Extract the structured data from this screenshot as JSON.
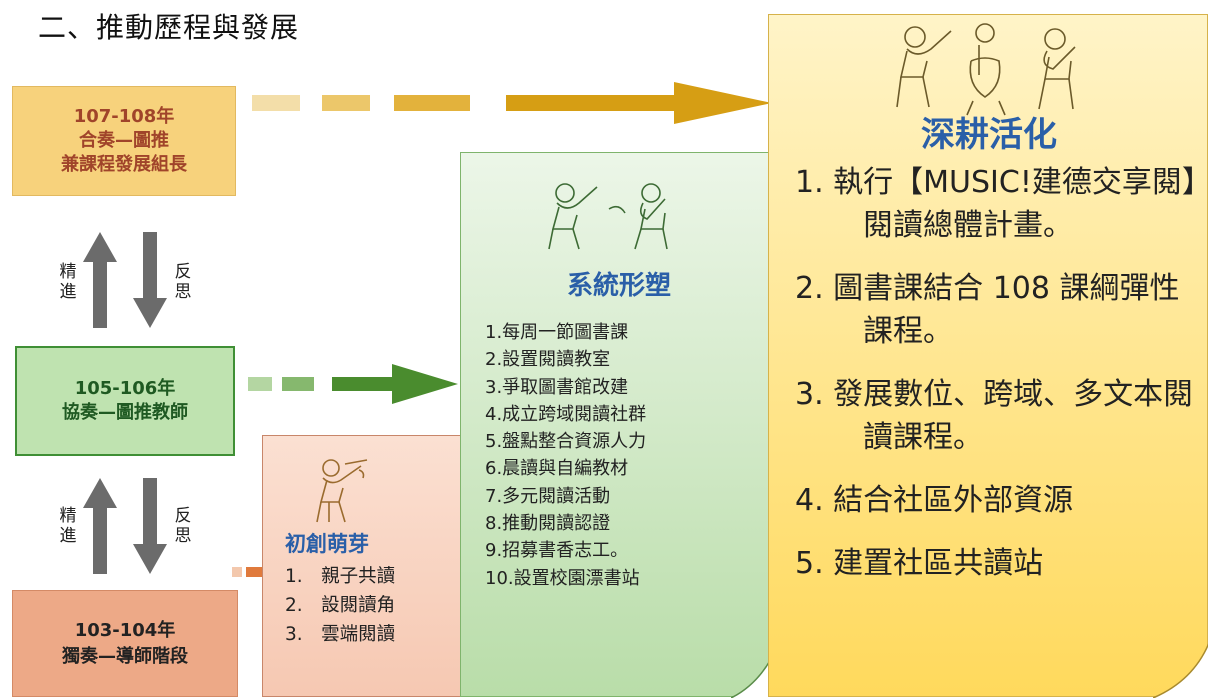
{
  "title": "二、推動歷程與發展",
  "stages": {
    "top": {
      "line1": "107-108年",
      "line2": "合奏—圖推",
      "line3": "兼課程發展組長"
    },
    "middle": {
      "line1": "105-106年",
      "line2": "協奏—圖推教師"
    },
    "bottom": {
      "line1": "103-104年",
      "line2": "獨奏—導師階段"
    }
  },
  "cycle_labels": {
    "refine": "精進",
    "reflect": "反思"
  },
  "phases": {
    "budding": {
      "title": "初創萌芽",
      "items": [
        "1.　親子共讀",
        "2.　設閱讀角",
        "3.　雲端閱讀"
      ]
    },
    "shaping": {
      "title": "系統形塑",
      "items": [
        "1.每周一節圖書課",
        "2.設置閱讀教室",
        "3.爭取圖書館改建",
        "4.成立跨域閱讀社群",
        "5.盤點整合資源人力",
        "6.晨讀與自編教材",
        "7.多元閱讀活動",
        "8.推動閱讀認證",
        "9.招募書香志工。",
        "10.設置校園漂書站"
      ]
    },
    "deepening": {
      "title": "深耕活化",
      "items": [
        "1. 執行【MUSIC!建德交享閱】閱讀總體計畫。",
        "2. 圖書課結合 108 課綱彈性課程。",
        "3. 發展數位、跨域、多文本閱讀課程。",
        "4. 結合社區外部資源",
        "5. 建置社區共讀站"
      ]
    }
  },
  "colors": {
    "top_arrow": "#d69e14",
    "mid_arrow": "#4a8c2e",
    "bottom_arrow": "#e07a3c",
    "cycle_arrow": "#6b6b6b",
    "budding_title": "#2a5fa8",
    "shaping_title": "#2a5fa8",
    "deepening_title": "#2a5fa8"
  }
}
